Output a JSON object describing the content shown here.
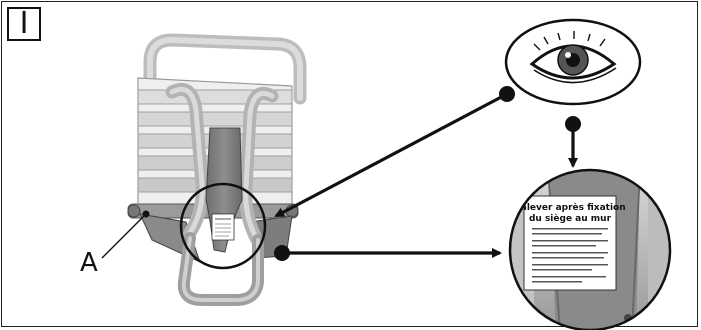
{
  "figure": {
    "panel_label": "I",
    "part_label": "A"
  },
  "label_sheet": {
    "heading_line1": "enlever après fixation",
    "heading_line2": "du siège au mur"
  },
  "icons": [
    "eye-icon",
    "magnifier-callout"
  ],
  "colors": {
    "ink": "#111111",
    "seat_plastic": "#e2e2e2",
    "seat_frame": "#b9b9b9",
    "metal_bracket": "#7a7a7a",
    "background": "#ffffff"
  }
}
